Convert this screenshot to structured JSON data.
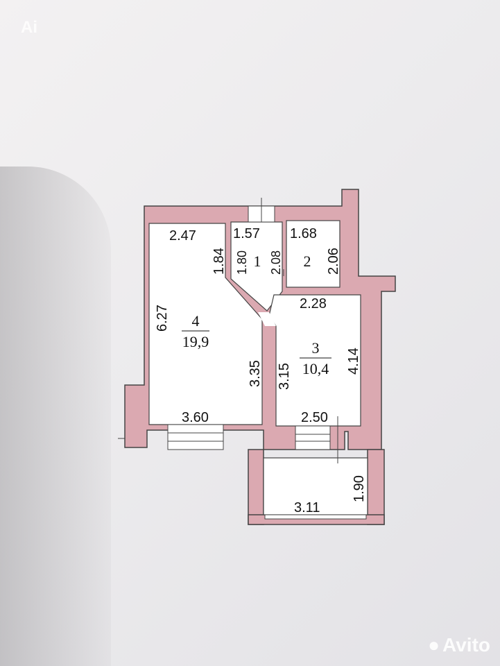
{
  "logo_text": "Ai",
  "watermark": "Avito",
  "colors": {
    "wall": "#dba9b1",
    "wall_stroke": "#444444",
    "floor": "#ffffff"
  },
  "dimensions": {
    "room4_top": "2.47",
    "room4_left": "6.27",
    "room4_right_upper": "1.84",
    "room4_right_lower": "3.35",
    "room4_bottom": "3.60",
    "room1_top": "1.57",
    "room1_left": "1.80",
    "room1_right": "2.08",
    "room2_top": "1.68",
    "room2_right": "2.06",
    "room3_top": "2.28",
    "room3_left": "3.15",
    "room3_right": "4.14",
    "room3_bottom": "2.50",
    "balcony_right": "1.90",
    "balcony_bottom": "3.11"
  },
  "rooms": [
    {
      "number": "4",
      "area": "19,9"
    },
    {
      "number": "1",
      "area": ""
    },
    {
      "number": "2",
      "area": ""
    },
    {
      "number": "3",
      "area": "10,4"
    }
  ]
}
